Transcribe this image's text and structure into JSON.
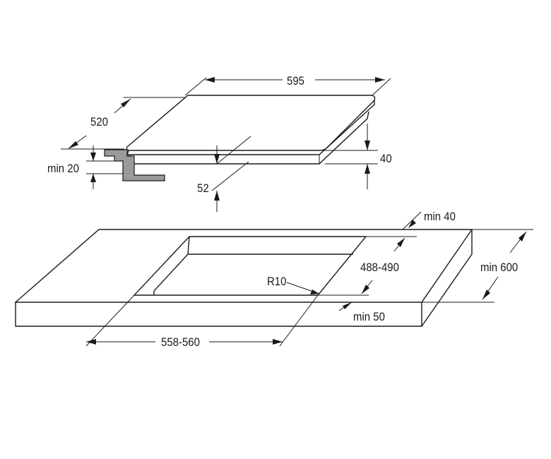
{
  "labels": {
    "width": "595",
    "depth": "520",
    "height_total": "40",
    "height_below": "52",
    "min_front_gap": "min 20",
    "min_back_edge": "min 40",
    "cutout_depth": "488-490",
    "corner_radius": "R10",
    "cutout_width": "558-560",
    "min_front_edge": "min 50",
    "min_worktop_depth": "min 600"
  },
  "colors": {
    "line": "#1a1a1a",
    "bracket": "#9a9a9a",
    "background": "#ffffff"
  }
}
